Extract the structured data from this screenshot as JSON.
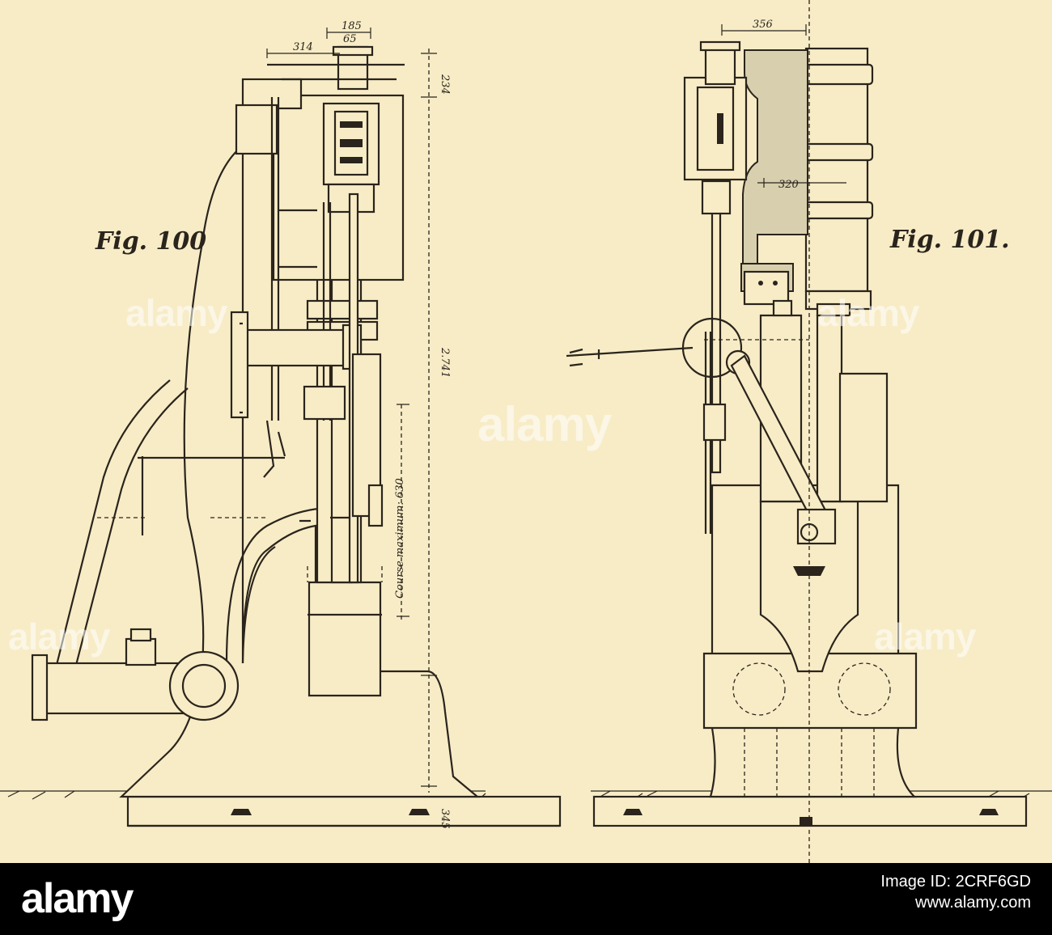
{
  "figures": {
    "left": {
      "label": "Fig. 100",
      "dims": {
        "d185": "185",
        "d65": "65",
        "d314": "314",
        "d234": "234",
        "d2741": "2.741",
        "course": "Course maximum: 630",
        "d345": "345"
      }
    },
    "right": {
      "label": "Fig. 101.",
      "dims": {
        "d356": "356",
        "d320": "320"
      }
    }
  },
  "watermark": "alamy",
  "footer": {
    "logo": "alamy",
    "image_id_label": "Image ID: 2CRF6GD",
    "url": "www.alamy.com"
  }
}
